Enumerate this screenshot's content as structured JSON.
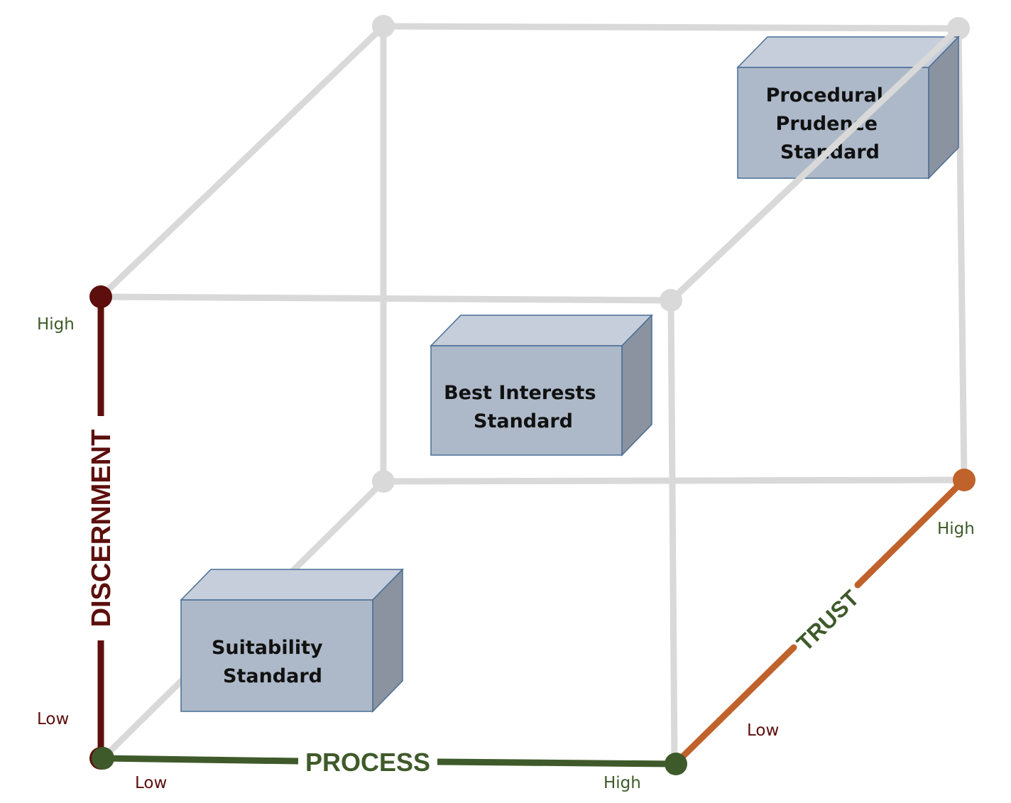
{
  "colors": {
    "cube_edge": "#d9d9d9",
    "discernment": "#5c0f0c",
    "process": "#3f5a2a",
    "trust": "#c0622c",
    "box_front": "#adb9c9",
    "box_top": "#c5ceda",
    "box_side": "#8a939f",
    "box_stroke": "#4a6d95",
    "low_label": "#5c0f0c",
    "high_label": "#3f5a2a"
  },
  "axes": {
    "discernment": {
      "title": "DISCERNMENT",
      "low": "Low",
      "high": "High"
    },
    "process": {
      "title": "PROCESS",
      "low": "Low",
      "high": "High"
    },
    "trust": {
      "title": "TRUST",
      "low": "Low",
      "high": "High"
    }
  },
  "boxes": [
    {
      "id": "suitability",
      "lines": [
        "Suitability",
        "Standard"
      ]
    },
    {
      "id": "best-interests",
      "lines": [
        "Best Interests",
        "Standard"
      ]
    },
    {
      "id": "procedural-prudence",
      "lines": [
        "Procedural",
        "Prudence",
        "Standard"
      ]
    }
  ]
}
